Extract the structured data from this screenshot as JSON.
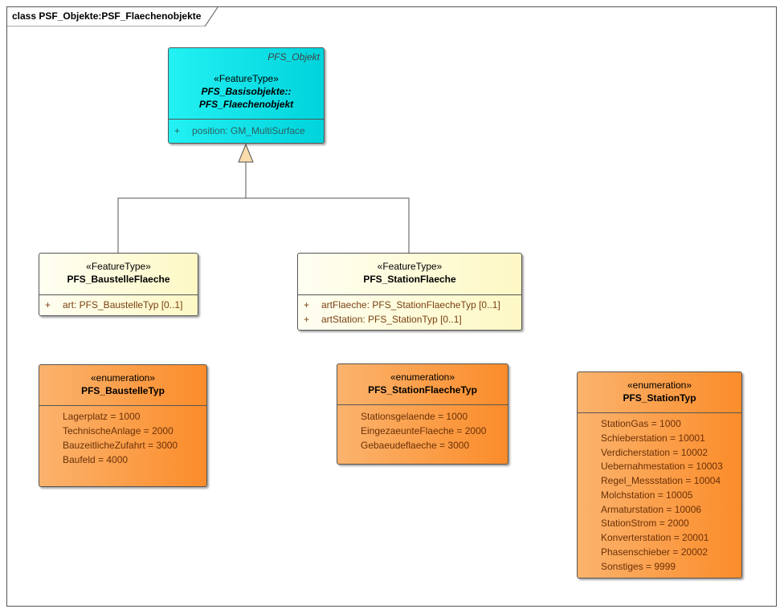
{
  "frame": {
    "title": "class PSF_Objekte:PSF_Flaechenobjekte"
  },
  "classes": {
    "flaechenobjekt": {
      "parent": "PFS_Objekt",
      "stereotype": "«FeatureType»",
      "name_line1": "PFS_Basisobjekte::",
      "name_line2": "PFS_Flaechenobjekt",
      "attributes": [
        {
          "vis": "+",
          "text": "position: GM_MultiSurface"
        }
      ]
    },
    "baustelle_flaeche": {
      "stereotype": "«FeatureType»",
      "name": "PFS_BaustelleFlaeche",
      "attributes": [
        {
          "vis": "+",
          "text": "art: PFS_BaustelleTyp [0..1]"
        }
      ]
    },
    "station_flaeche": {
      "stereotype": "«FeatureType»",
      "name": "PFS_StationFlaeche",
      "attributes": [
        {
          "vis": "+",
          "text": "artFlaeche: PFS_StationFlaecheTyp [0..1]"
        },
        {
          "vis": "+",
          "text": "artStation: PFS_StationTyp [0..1]"
        }
      ]
    }
  },
  "enums": {
    "baustelle_typ": {
      "stereotype": "«enumeration»",
      "name": "PFS_BaustelleTyp",
      "literals": [
        "Lagerplatz = 1000",
        "TechnischeAnlage = 2000",
        "BauzeitlicheZufahrt = 3000",
        "Baufeld = 4000"
      ]
    },
    "station_flaeche_typ": {
      "stereotype": "«enumeration»",
      "name": "PFS_StationFlaecheTyp",
      "literals": [
        "Stationsgelaende = 1000",
        "EingezaeunteFlaeche = 2000",
        "Gebaeudeflaeche = 3000"
      ]
    },
    "station_typ": {
      "stereotype": "«enumeration»",
      "name": "PFS_StationTyp",
      "literals": [
        "StationGas = 1000",
        "Schieberstation = 10001",
        "Verdicherstation = 10002",
        "Uebernahmestation = 10003",
        "Regel_Messstation = 10004",
        "Molchstation = 10005",
        "Armaturstation = 10006",
        "StationStrom = 2000",
        "Konverterstation = 20001",
        "Phasenschieber = 20002",
        "Sonstiges = 9999"
      ]
    }
  },
  "colors": {
    "basis_class": "#00d3dc",
    "feature_class": "#fdf8c4",
    "enumeration": "#fb8c2a",
    "generalization_arrow": "#f8dcaa"
  }
}
